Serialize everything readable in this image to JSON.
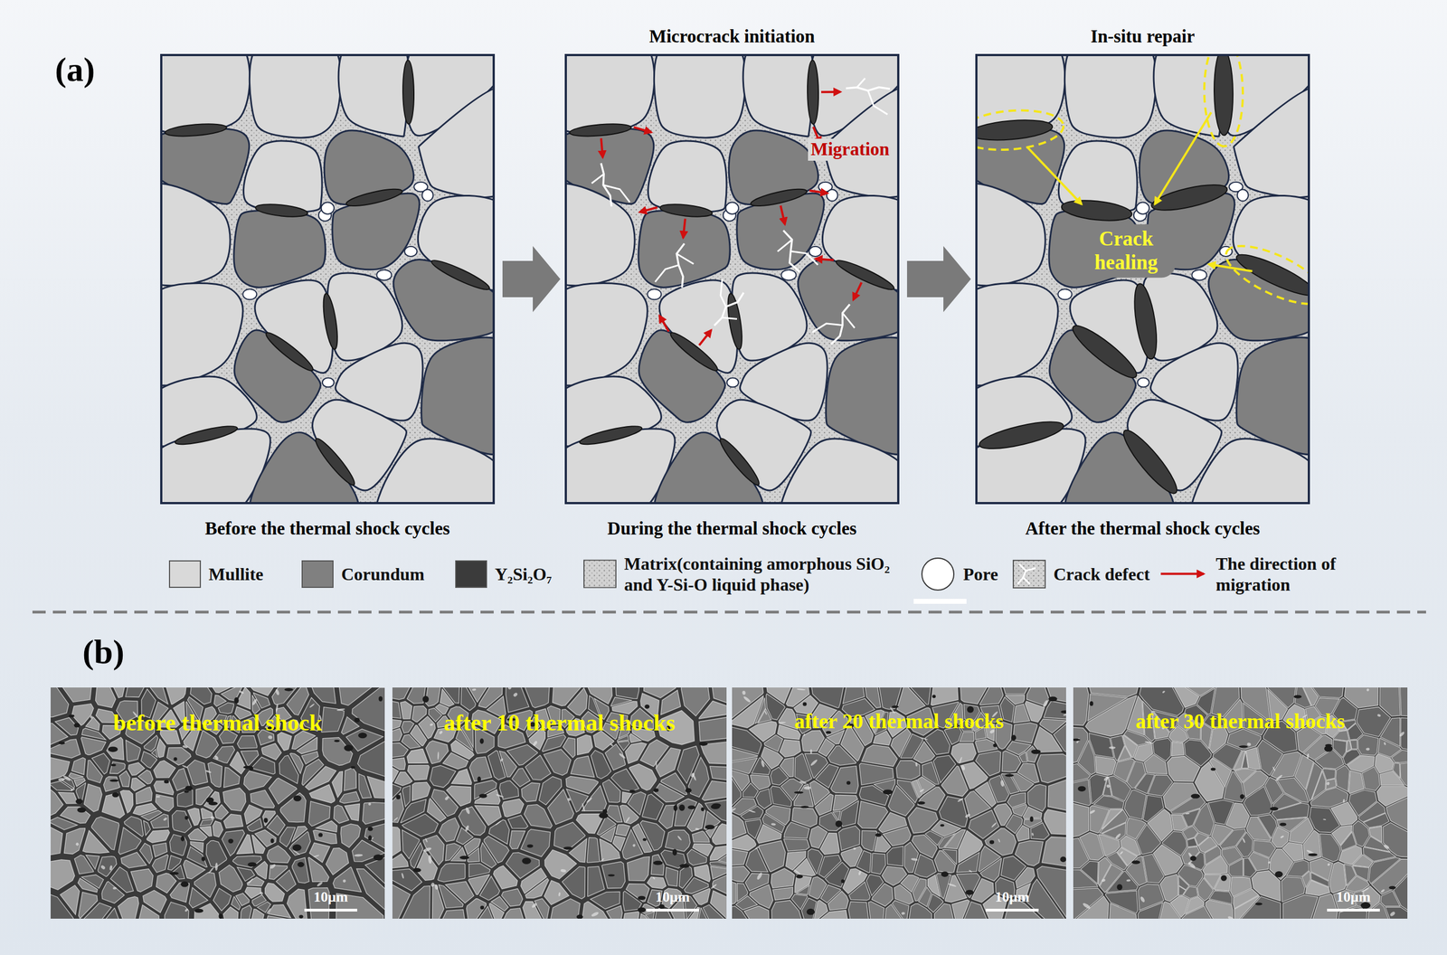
{
  "diagram": {
    "nodes": [
      {
        "text": [
          "Before the thermal shock cycles"
        ]
      },
      {
        "text": [
          "Microcrack initiation",
          "Migration",
          "During the thermal shock cycles"
        ]
      },
      {
        "text": [
          "In-situ repair",
          "Crack healing",
          "After the thermal shock cycles"
        ]
      },
      {
        "text": [
          "before thermal shock",
          "10μm"
        ]
      },
      {
        "text": [
          "after 10 thermal shocks",
          "10μm"
        ]
      },
      {
        "text": [
          "after 20 thermal shocks",
          "10μm"
        ]
      },
      {
        "text": [
          "after 30 thermal shocks",
          "10μm"
        ]
      }
    ],
    "edges": [
      {
        "from": 0,
        "to": 1,
        "arrow": "to"
      },
      {
        "from": 1,
        "to": 2,
        "arrow": "to"
      }
    ],
    "labels": [
      "(a)",
      "(b)"
    ],
    "legend": [
      {
        "text": "Mullite",
        "color": "#d9d9d9"
      },
      {
        "text": "Corundum",
        "color": "#808080"
      },
      {
        "text": "Y₂Si₂O₇",
        "color": "#3b3b3b"
      },
      {
        "text": "Matrix(containing amorphous SiO₂ and Y-Si-O liquid phase)"
      },
      {
        "text": "Pore"
      },
      {
        "text": "Crack defect"
      },
      {
        "text": "The direction of migration"
      }
    ]
  }
}
